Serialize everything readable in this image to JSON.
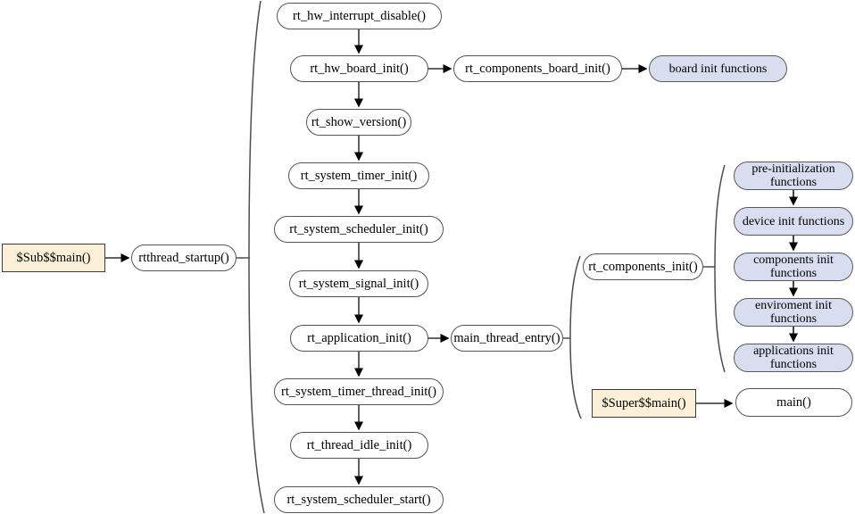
{
  "diagram": {
    "entry": {
      "sub_main": "$Sub$$main()",
      "startup": "rtthread_startup()"
    },
    "chain": [
      {
        "label": "rt_hw_interrupt_disable()"
      },
      {
        "label": "rt_hw_board_init()"
      },
      {
        "label": "rt_show_version()"
      },
      {
        "label": "rt_system_timer_init()"
      },
      {
        "label": "rt_system_scheduler_init()"
      },
      {
        "label": "rt_system_signal_init()"
      },
      {
        "label": "rt_application_init()"
      },
      {
        "label": "rt_system_timer_thread_init()"
      },
      {
        "label": "rt_thread_idle_init()"
      },
      {
        "label": "rt_system_scheduler_start()"
      }
    ],
    "board_row": {
      "components_board_init": "rt_components_board_init()",
      "board_init_functions": "board init functions"
    },
    "main_thread": {
      "entry": "main_thread_entry()",
      "components_init": "rt_components_init()",
      "super_main": "$Super$$main()",
      "main": "main()"
    },
    "init_stack": [
      {
        "label": "pre-initialization functions"
      },
      {
        "label": "device init functions"
      },
      {
        "label": "components init functions"
      },
      {
        "label": "enviroment init functions"
      },
      {
        "label": "applications init functions"
      }
    ],
    "colors": {
      "node_fill": "#ffffff",
      "node_border": "#545454",
      "blue_fill": "#d9ddf0",
      "tan_fill": "#fbf0d7",
      "line": "#4d4d4d",
      "arrowhead": "#000000"
    }
  }
}
